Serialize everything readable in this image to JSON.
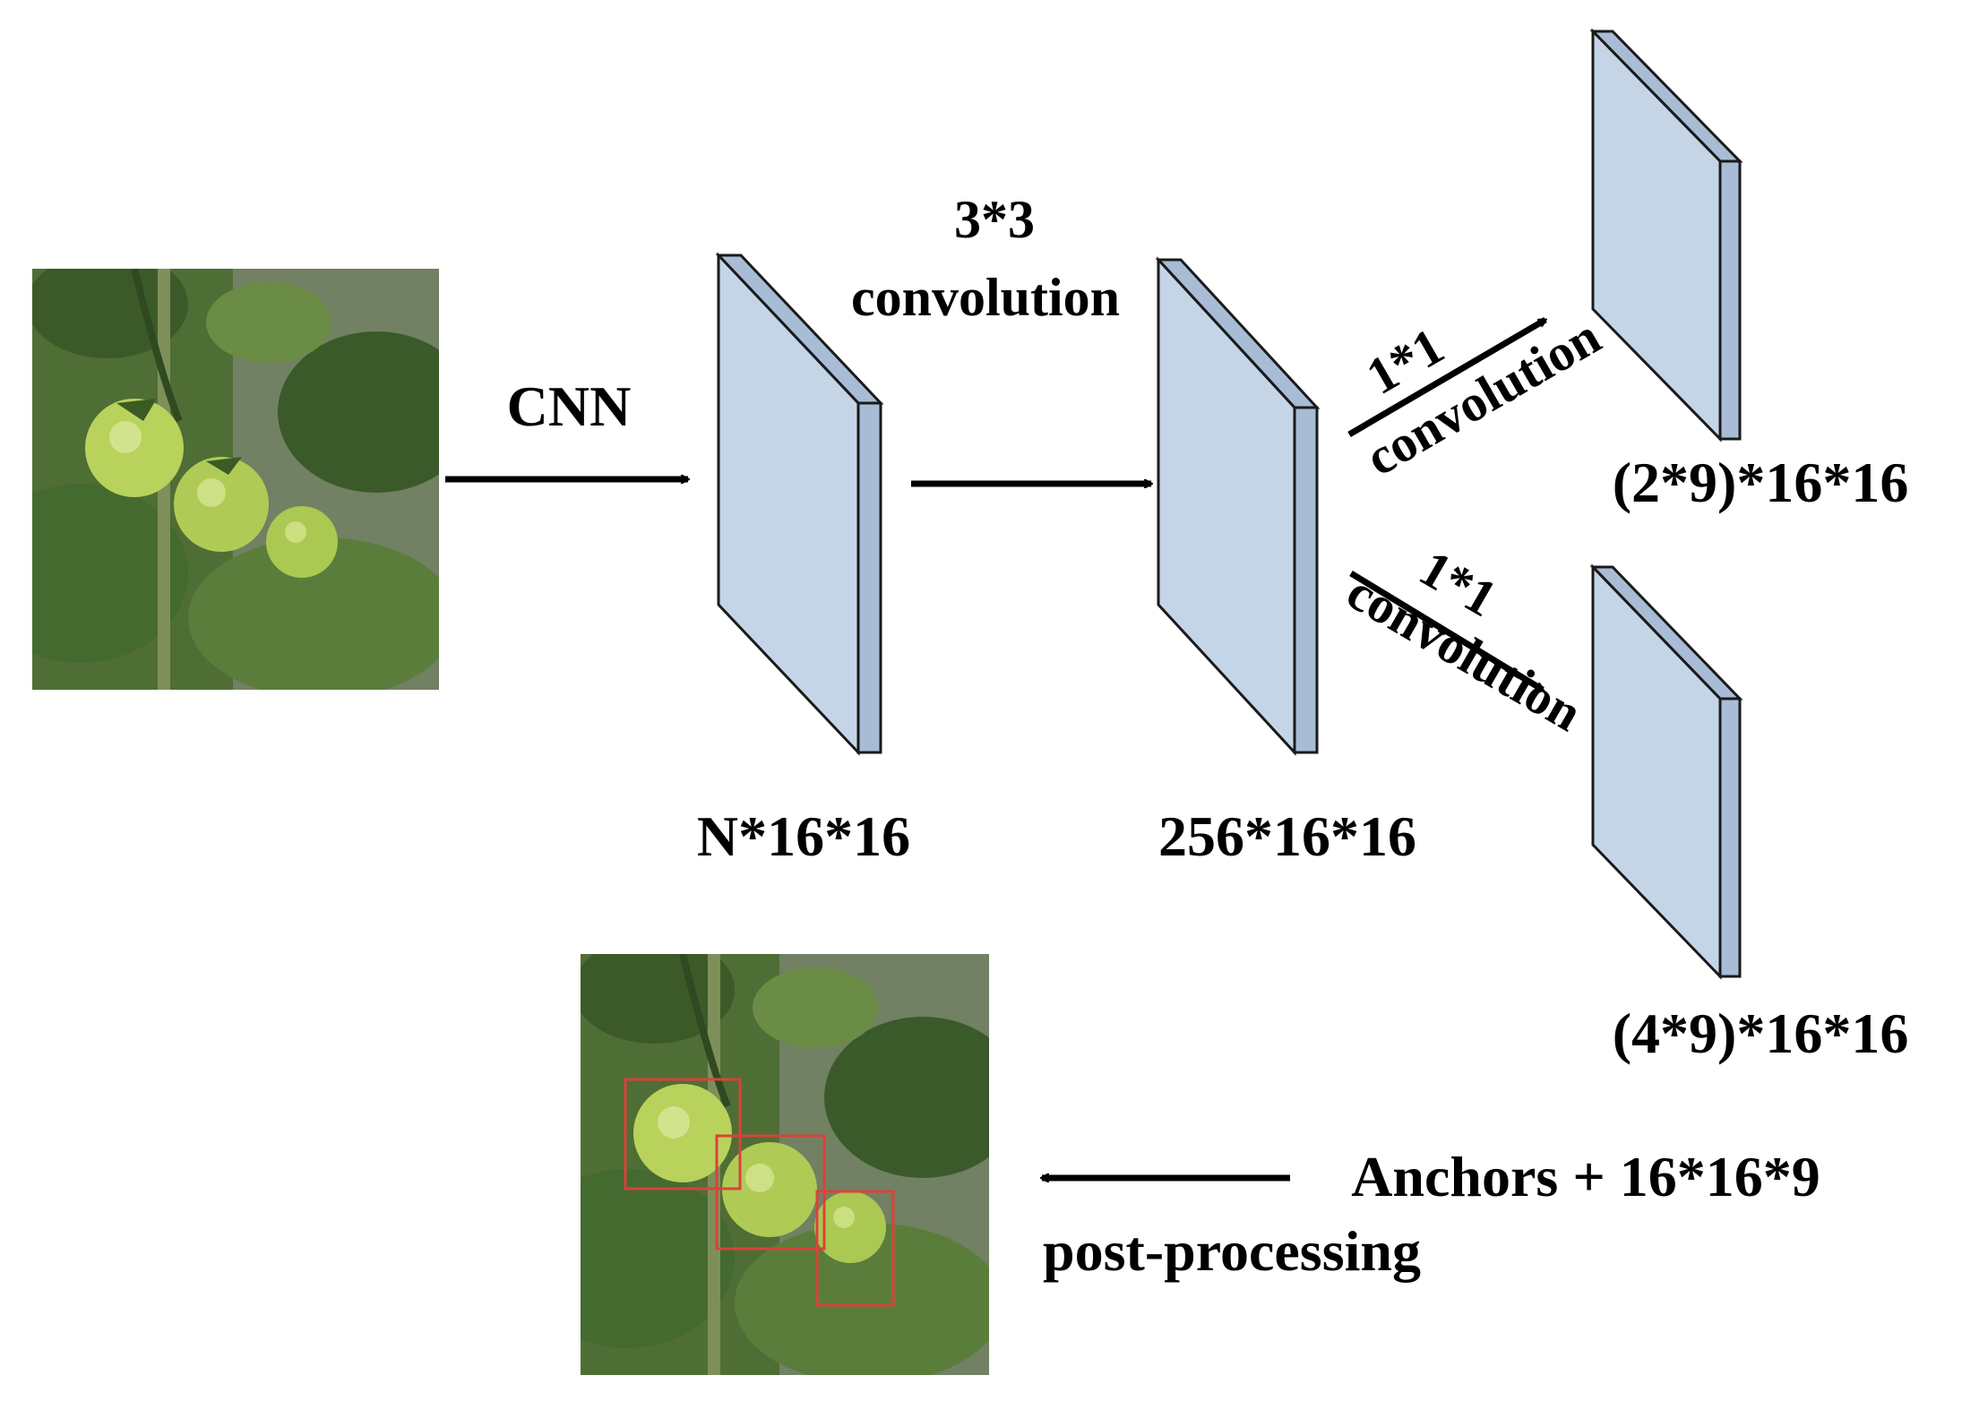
{
  "labels": {
    "cnn": "CNN",
    "conv3_top": "3*3",
    "conv3_bottom": "convolution",
    "conv1_upper_top": "1*1",
    "conv1_upper_bottom": "convolution",
    "conv1_lower_top": "1*1",
    "conv1_lower_bottom": "convolution",
    "fmap_n": "N*16*16",
    "fmap_256": "256*16*16",
    "out_cls": "(2*9)*16*16",
    "out_reg": "(4*9)*16*16",
    "anchors": "Anchors + 16*16*9",
    "post": "post-processing"
  },
  "images": {
    "input": "tomato-plant-photo",
    "output": "tomato-plant-photo-with-detections",
    "detection_boxes": 3
  },
  "colors": {
    "plate_front": "#c5d5e8",
    "plate_side": "#a8bcd6",
    "plate_stroke": "#1a1a1a",
    "arrow": "#000000",
    "detection_box": "#d8433a",
    "leaf_dark": "#3a5a2a",
    "leaf_mid": "#5b7d3c",
    "tomato": "#b5cf5a"
  }
}
